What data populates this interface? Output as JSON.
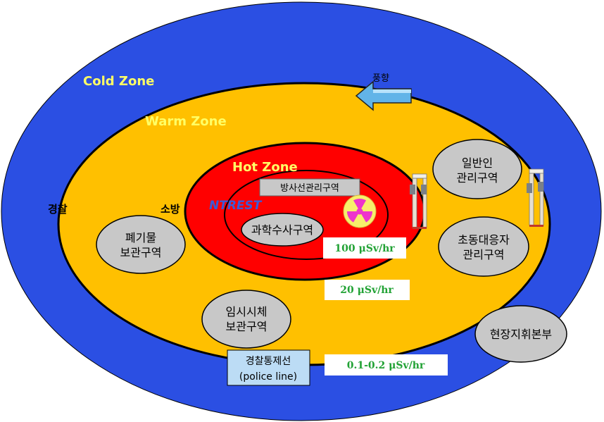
{
  "zones": {
    "cold": "Cold Zone",
    "warm": "Warm Zone",
    "hot": "Hot Zone"
  },
  "labels": {
    "police": "경찰",
    "fire": "소방",
    "wind": "풍향",
    "radiation_area": "방사선관리구역",
    "forensic_area": "과학수사구역",
    "general_public_line1": "일반인",
    "general_public_line2": "관리구역",
    "first_responder_line1": "초동대응자",
    "first_responder_line2": "관리구역",
    "waste_line1": "폐기물",
    "waste_line2": "보관구역",
    "body_line1": "임시시체",
    "body_line2": "보관구역",
    "command_post": "현장지휘본부",
    "police_line_ko": "경찰통제선",
    "police_line_en": "(police line)",
    "logo": "NTREST"
  },
  "dose": {
    "hot": "100 μSv/hr",
    "warm": "20 μSv/hr",
    "cold": "0.1-0.2 μSv/hr"
  },
  "colors": {
    "cold": "#2b4fe3",
    "warm": "#ffc000",
    "hot": "#ff0000",
    "title_yellow": "#ffff66",
    "dose_green": "#22a235",
    "gray_area": "#c8c8c8"
  }
}
